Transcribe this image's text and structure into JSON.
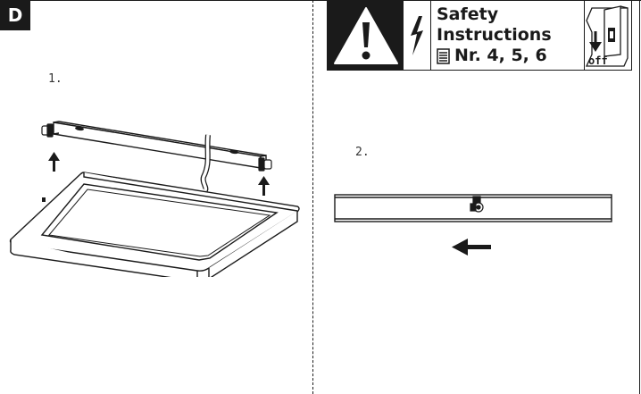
{
  "section": {
    "letter": "D"
  },
  "steps": {
    "step1": "1.",
    "step2": "2."
  },
  "safety": {
    "title_line1": "Safety",
    "title_line2": "Instructions",
    "refs": "Nr. 4, 5, 6",
    "switch_label": "off"
  },
  "icons": [
    "warning-triangle-icon",
    "lightning-bolt-icon",
    "document-icon",
    "arrow-down-icon",
    "circuit-breaker-icon",
    "arrow-up-icon",
    "arrow-left-icon"
  ]
}
